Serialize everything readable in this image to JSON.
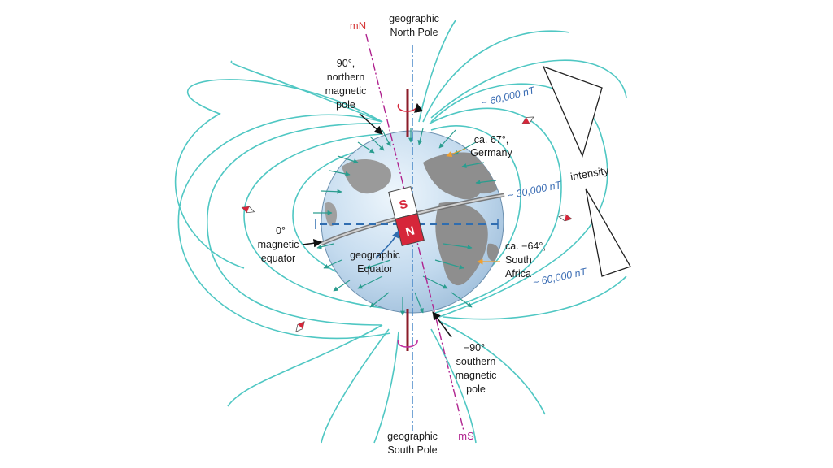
{
  "labels": {
    "mN": "mN",
    "mS": "mS",
    "geo_north_line1": "geographic",
    "geo_north_line2": "North Pole",
    "geo_south_line1": "geographic",
    "geo_south_line2": "South Pole",
    "north_mag_line1": "90°,",
    "north_mag_line2": "northern",
    "north_mag_line3": "magnetic",
    "north_mag_line4": "pole",
    "south_mag_line1": "−90°",
    "south_mag_line2": "southern",
    "south_mag_line3": "magnetic",
    "south_mag_line4": "pole",
    "germany_line1": "ca. 67°,",
    "germany_line2": "Germany",
    "south_africa_line1": "ca. −64°,",
    "south_africa_line2": "South",
    "south_africa_line3": "Africa",
    "mag_eq_line1": "0°",
    "mag_eq_line2": "magnetic",
    "mag_eq_line3": "equator",
    "geo_eq_line1": "geographic",
    "geo_eq_line2": "Equator",
    "intensity_top": "~ 60,000 nT",
    "intensity_mid": "~ 30,000 nT",
    "intensity_bottom": "~ 60,000 nT",
    "intensity": "intensity",
    "magnet_s": "S",
    "magnet_n": "N"
  },
  "colors": {
    "field_lines": "#4fc7c3",
    "magnetic_axis": "#b0238f",
    "geographic_axis": "#3b7fc4",
    "magnet_red": "#d6263a",
    "globe_ocean": "#c8dff0",
    "globe_land": "#8e8e8e"
  }
}
